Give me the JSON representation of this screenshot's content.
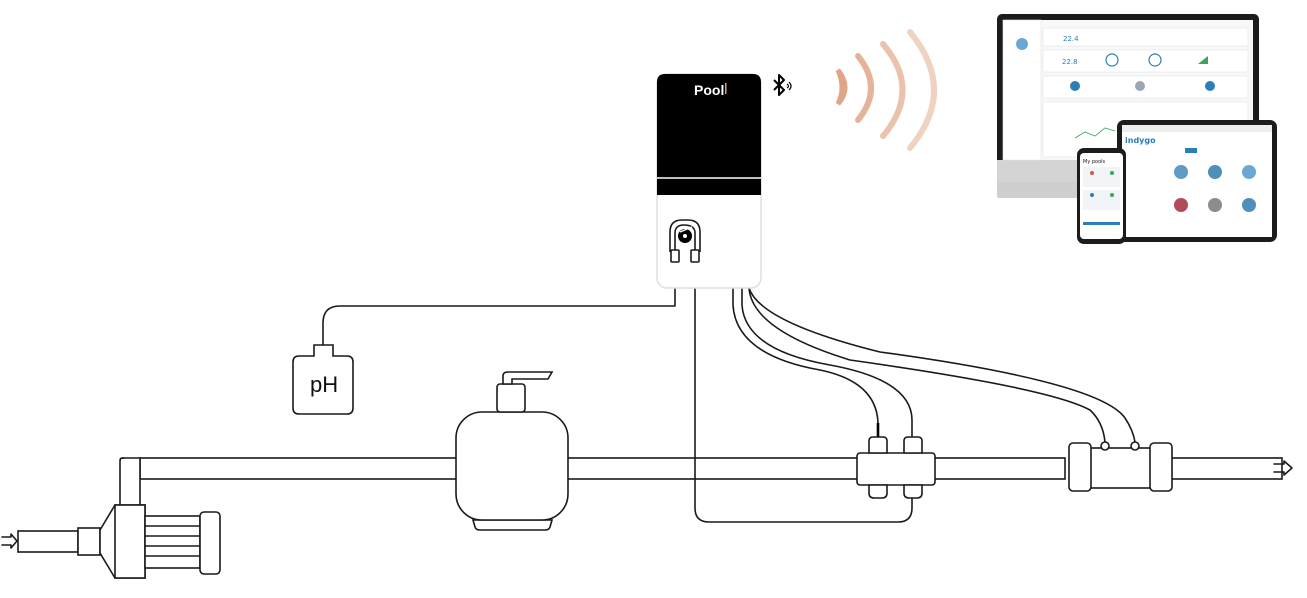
{
  "device": {
    "brand_logo": "Pool",
    "bluetooth_icon": "bluetooth-icon",
    "signal_icon": "wireless-signal-icon",
    "pump_icon": "peristaltic-pump-icon"
  },
  "tank": {
    "label": "pH"
  },
  "flow": {
    "inlet_arrow": "arrow-right-icon",
    "outlet_arrow": "arrow-right-icon"
  },
  "apps": {
    "tablet_brand": "indygo",
    "phone_header": "My pools",
    "screenshot_icons": [
      "pool-photo-icon",
      "gauge-icon",
      "chart-icon"
    ]
  },
  "colors": {
    "signal": "#e0a080",
    "device_screen": "#000000",
    "app_accent": "#2a7fb8",
    "outline": "#1a1a1a"
  }
}
